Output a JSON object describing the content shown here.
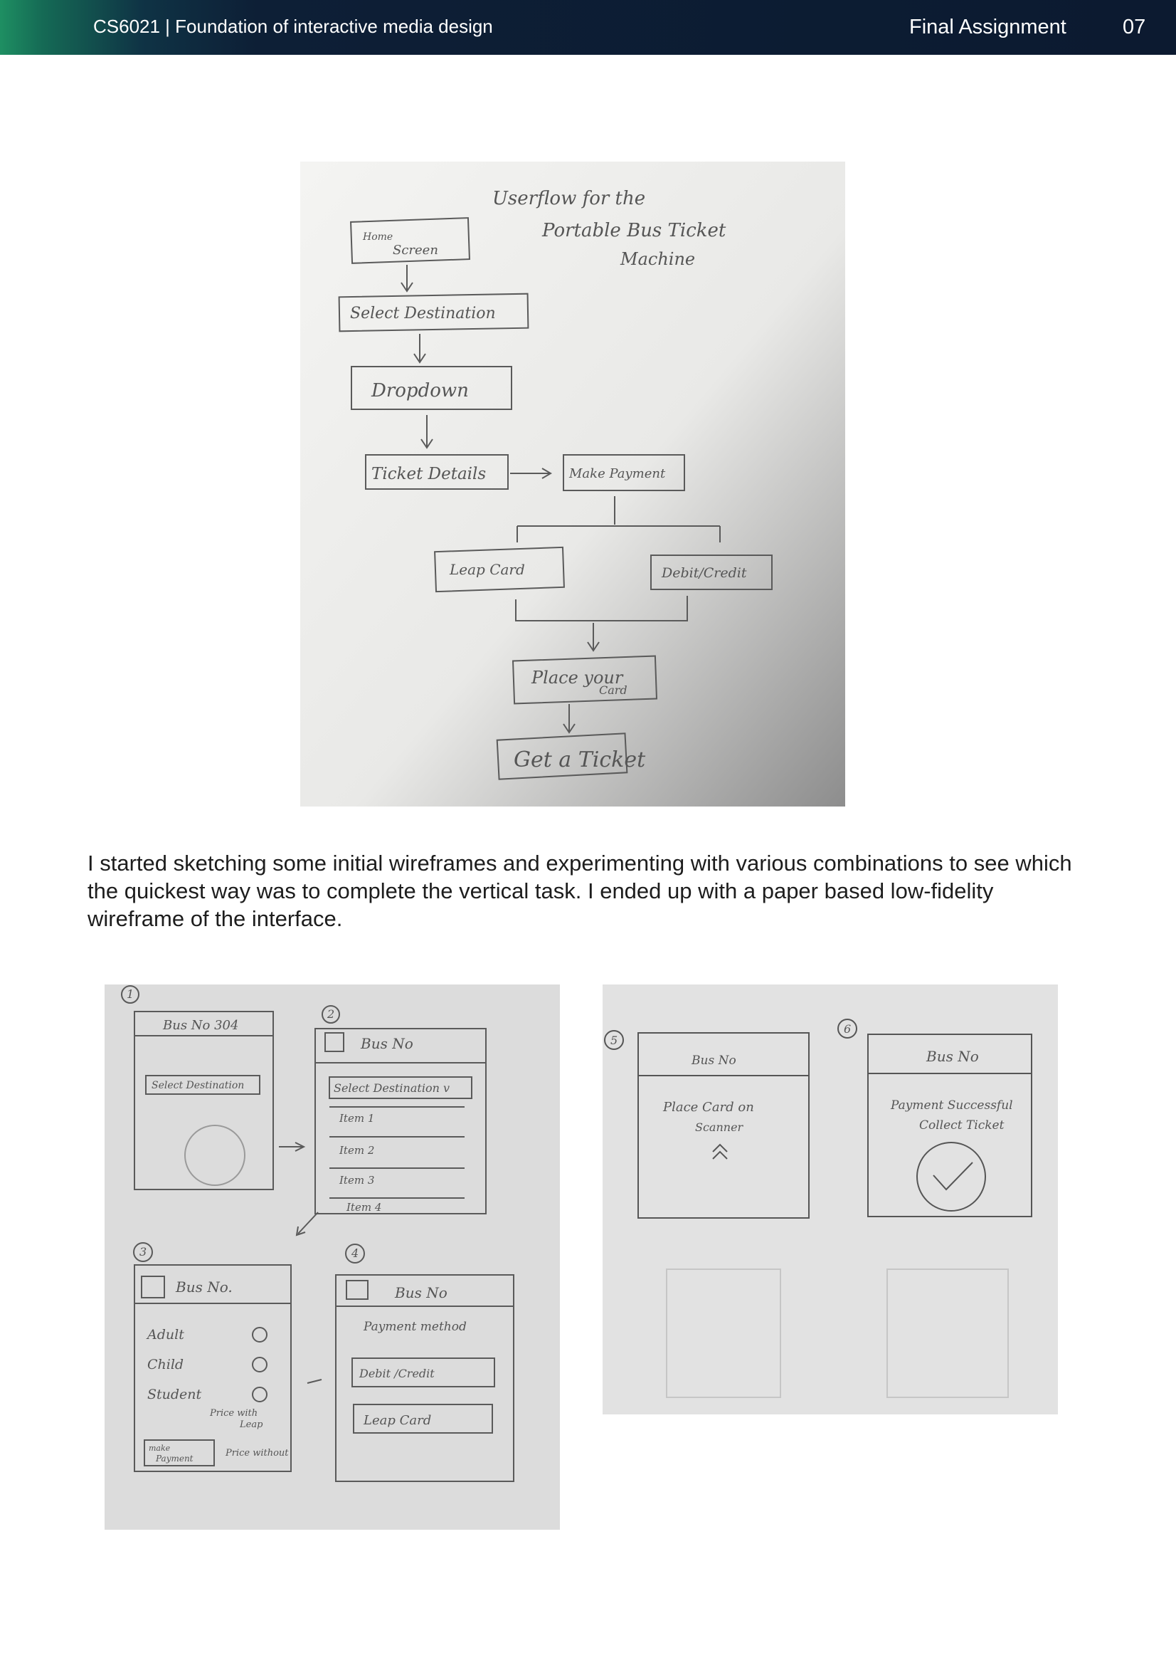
{
  "header": {
    "course": "CS6021 | Foundation of interactive media design",
    "assignment": "Final Assignment",
    "page_number": "07"
  },
  "userflow_sketch": {
    "title_line1": "Userflow for the",
    "title_line2": "Portable Bus Ticket",
    "title_line3": "Machine",
    "steps": {
      "home_1": "Home",
      "home_2": "Screen",
      "select_destination": "Select Destination",
      "dropdown": "Dropdown",
      "ticket_details": "Ticket Details",
      "make_payment": "Make Payment",
      "leap_card": "Leap Card",
      "debit_credit": "Debit/Credit",
      "place_card_1": "Place your",
      "place_card_2": "Card",
      "get_ticket": "Get a Ticket"
    }
  },
  "body_text": "I started sketching some initial wireframes and experimenting with various combinations to see which the quickest way was to complete the vertical task. I ended up with a paper based low-fidelity wireframe of the interface.",
  "wireframes_left": {
    "n1": "1",
    "n2": "2",
    "n3": "3",
    "n4": "4",
    "s1_title": "Bus No 304",
    "s1_select": "Select Destination",
    "s2_title": "Bus No",
    "s2_select": "Select Destination v",
    "s2_item1": "Item 1",
    "s2_item2": "Item 2",
    "s2_item3": "Item 3",
    "s2_item4": "Item 4",
    "s3_title": "Bus No.",
    "s3_adult": "Adult",
    "s3_child": "Child",
    "s3_student": "Student",
    "s3_price_leap_1": "Price with",
    "s3_price_leap_2": "Leap",
    "s3_make_1": "make",
    "s3_make_2": "Payment",
    "s3_price_without": "Price without",
    "s4_title": "Bus No",
    "s4_payment_method": "Payment method",
    "s4_debit": "Debit /Credit",
    "s4_leap": "Leap Card"
  },
  "wireframes_right": {
    "n5": "5",
    "n6": "6",
    "s5_title": "Bus No",
    "s5_text_1": "Place Card on",
    "s5_text_2": "Scanner",
    "s6_title": "Bus No",
    "s6_text_1": "Payment Successful",
    "s6_text_2": "Collect Ticket"
  }
}
